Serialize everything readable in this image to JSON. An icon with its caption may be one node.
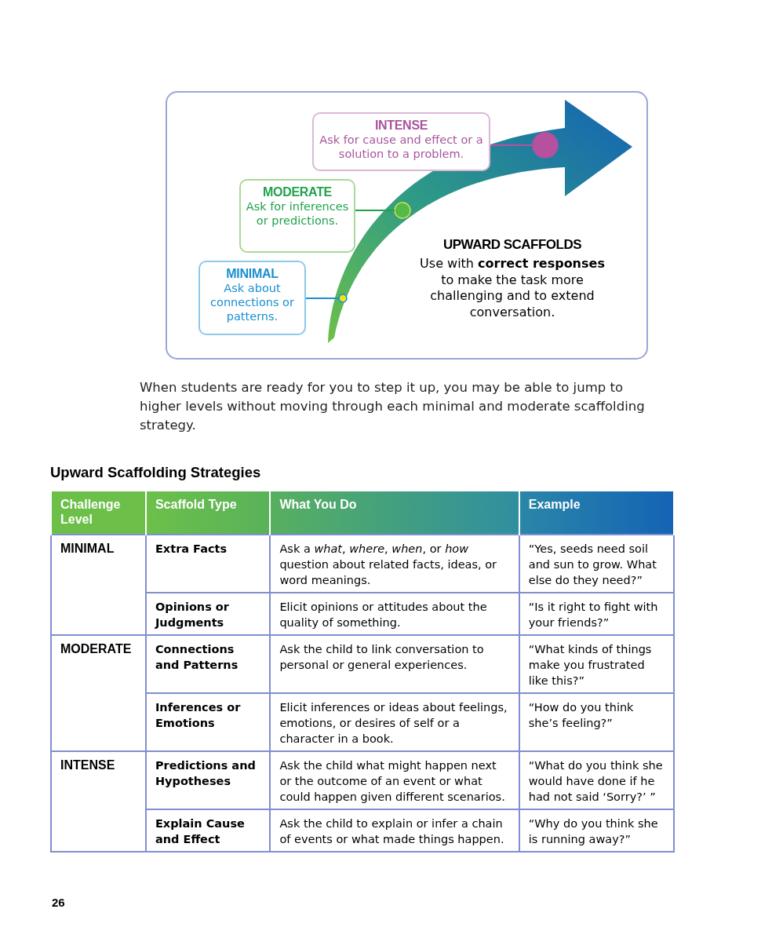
{
  "diagram": {
    "nodes": [
      {
        "text": [
          "INTENSE",
          "Ask for cause and effect or a solution to a problem."
        ]
      },
      {
        "text": [
          "MODERATE",
          "Ask for inferences or predictions."
        ]
      },
      {
        "text": [
          "MINIMAL",
          "Ask about connections or patterns."
        ]
      },
      {
        "text": [],
        "shape": "circle"
      },
      {
        "text": [],
        "shape": "circle"
      },
      {
        "text": [],
        "shape": "circle"
      }
    ],
    "edges": [
      {
        "from": 0,
        "to": 5,
        "arrow": "none",
        "color": "#b5519e"
      },
      {
        "from": 1,
        "to": 4,
        "arrow": "none",
        "color": "#1fa34a"
      },
      {
        "from": 2,
        "to": 3,
        "arrow": "none",
        "color": "#1a8fd0"
      }
    ],
    "labels": [
      "UPWARD SCAFFOLDS",
      "Use with **correct responses** to make the task more challenging and to extend conversation.",
      "When students are ready for you to step it up, you may be able to jump to higher levels without moving through each minimal and moderate scaffolding strategy.",
      "Upward Scaffolding Strategies",
      "Challenge Level",
      "Scaffold Type",
      "What You Do",
      "Example",
      "MINIMAL",
      "Extra Facts",
      "Ask a *what*, *where*, *when*, or *how* question about related facts, ideas, or word meanings.",
      "“Yes, seeds need soil and sun to grow. What else do they need?”",
      "Opinions or Judgments",
      "Elicit opinions or attitudes about the quality of something.",
      "“Is it right to fight with your friends?”",
      "MODERATE",
      "Connections and Patterns",
      "Ask the child to link conversation to personal or general experiences.",
      "“What kinds of things make you frustrated like this?”",
      "Inferences or Emotions",
      "Elicit inferences or ideas about feelings, emotions, or desires of self or a character in a book.",
      "“How do you think she’s feeling?”",
      "INTENSE",
      "Predictions and Hypotheses",
      "Ask the child what might happen next or the outcome of an event or what could happen given different scenarios.",
      "“What do you think she would have done if he had not said ‘Sorry?’ ”",
      "Explain Cause and Effect",
      "Ask the child to explain or infer a chain of events or what made things happen.",
      "“Why do you think she is running away?”",
      "26"
    ]
  }
}
